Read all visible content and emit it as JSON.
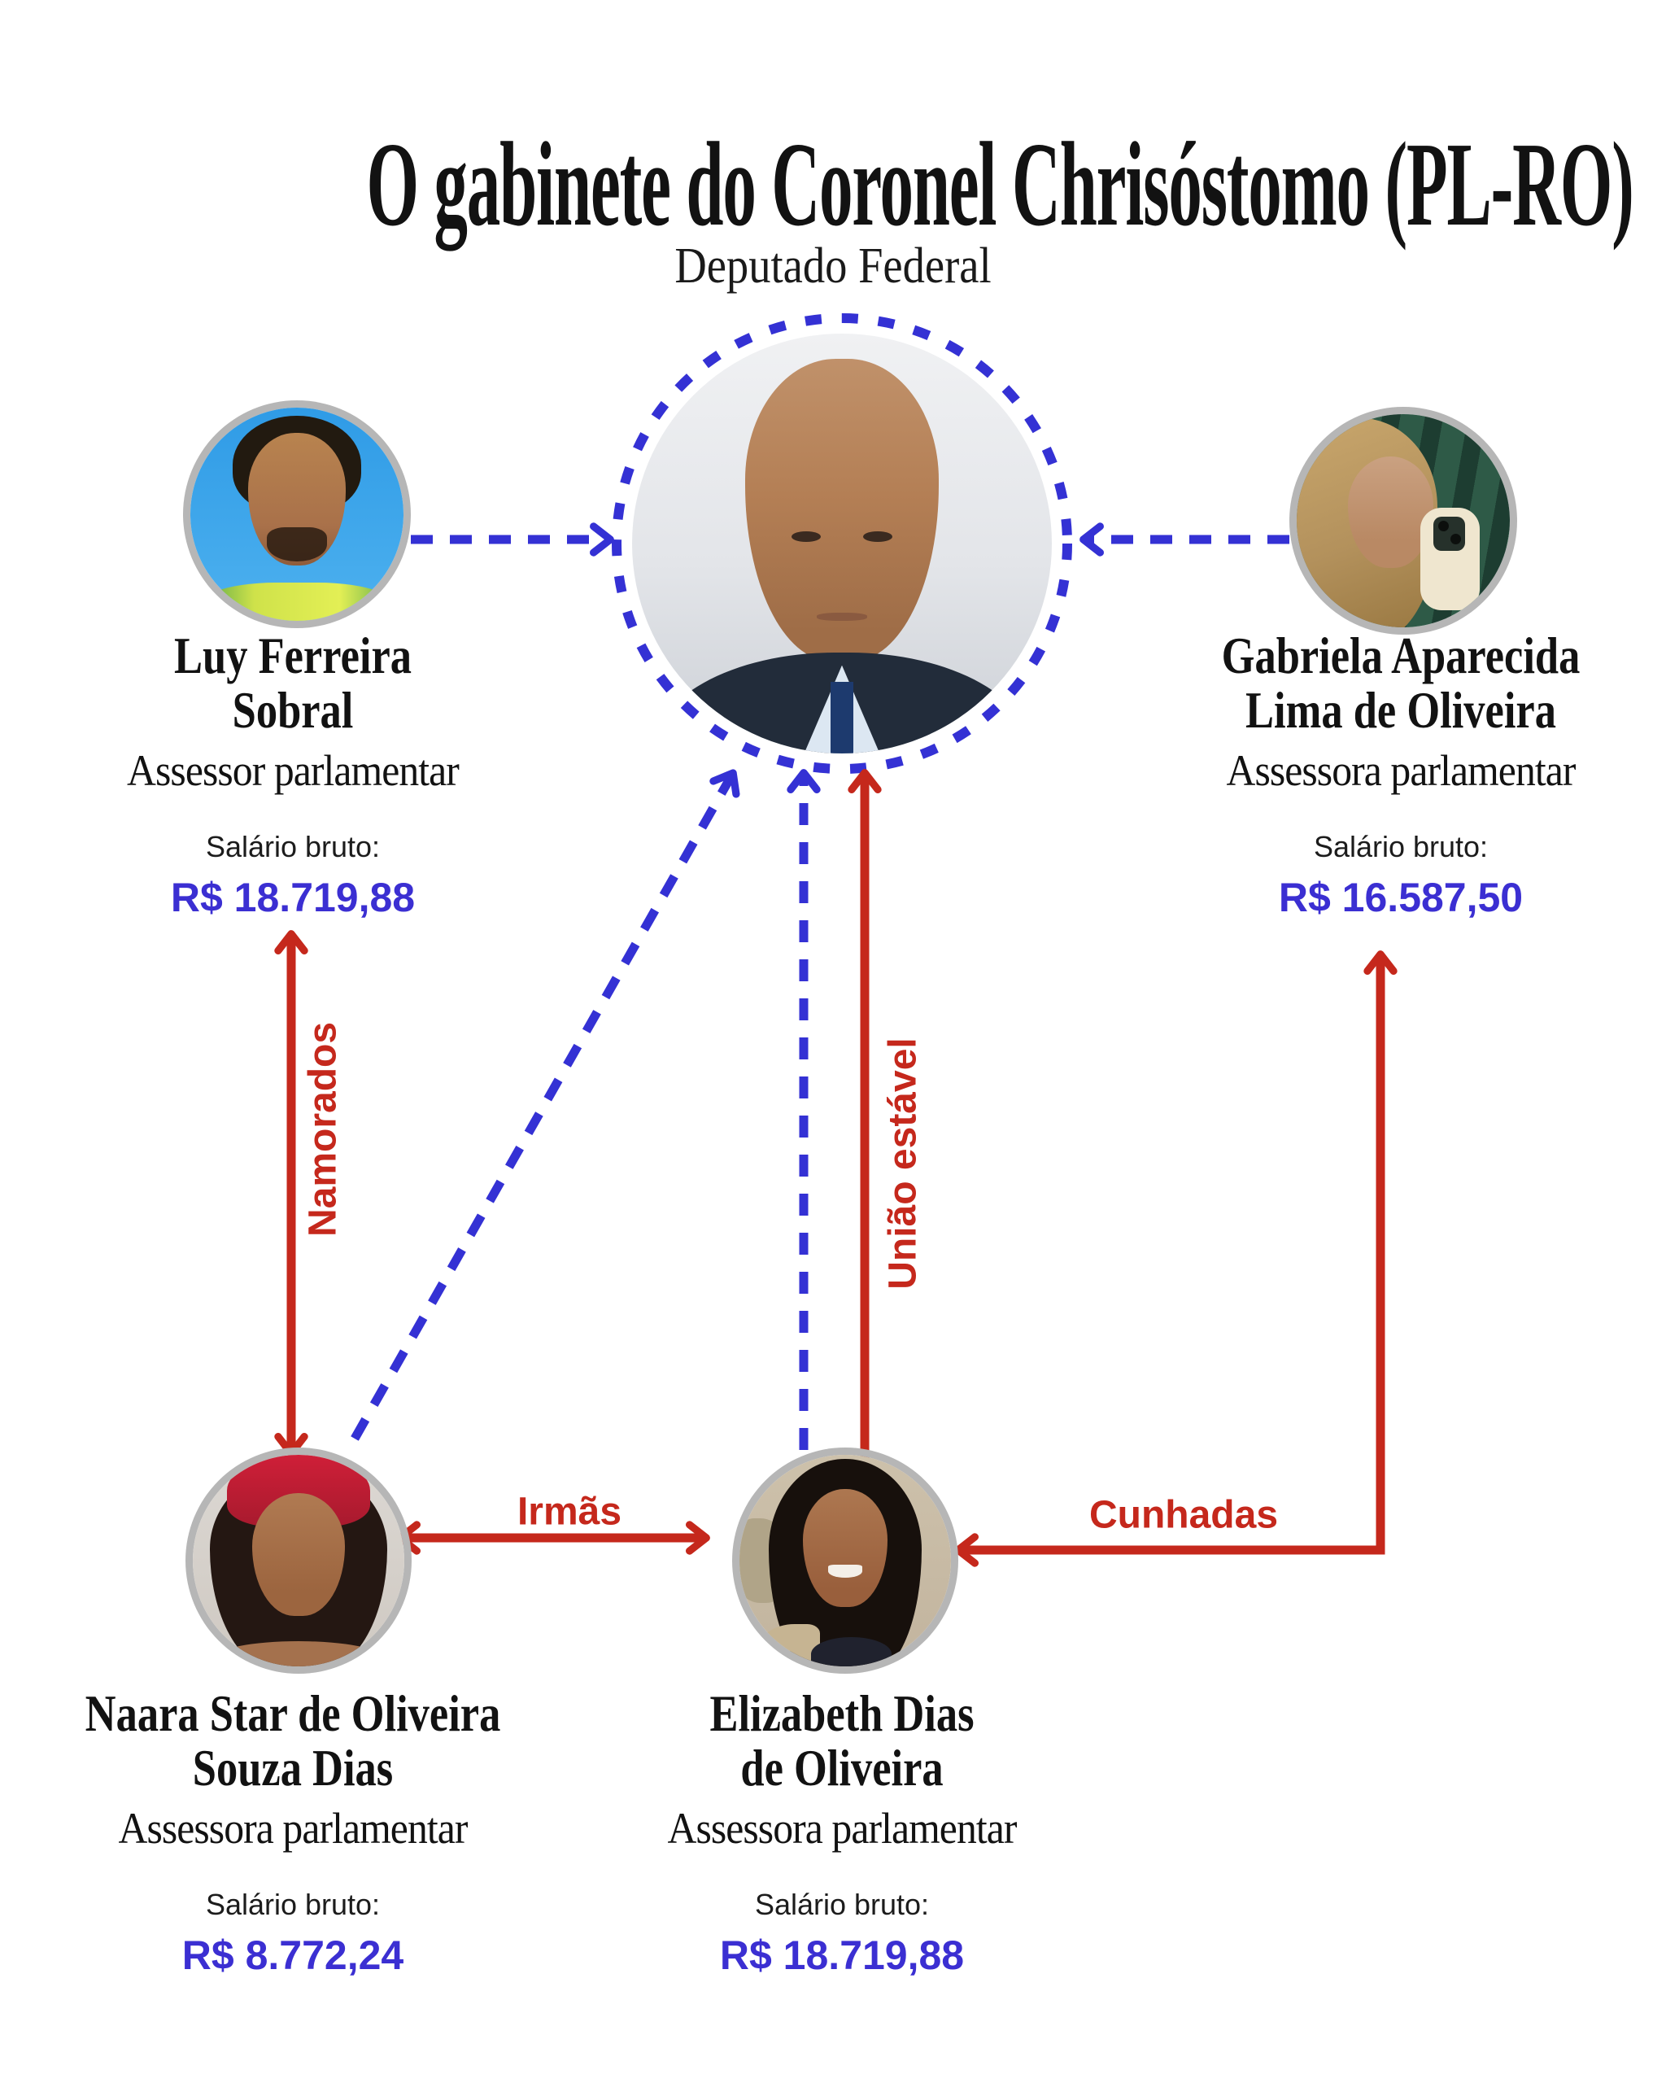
{
  "header": {
    "title": "O gabinete do Coronel Chrisóstomo (PL-RO)",
    "subtitle": "Deputado Federal"
  },
  "people": {
    "luy": {
      "name1": "Luy Ferreira",
      "name2": "Sobral",
      "role": "Assessor parlamentar",
      "salary_label": "Salário bruto:",
      "salary": "R$ 18.719,88"
    },
    "gabriela": {
      "name1": "Gabriela Aparecida",
      "name2": "Lima de Oliveira",
      "role": "Assessora parlamentar",
      "salary_label": "Salário bruto:",
      "salary": "R$ 16.587,50"
    },
    "naara": {
      "name1": "Naara Star de Oliveira",
      "name2": "Souza Dias",
      "role": "Assessora parlamentar",
      "salary_label": "Salário bruto:",
      "salary": "R$ 8.772,24"
    },
    "elizabeth": {
      "name1": "Elizabeth Dias",
      "name2": "de Oliveira",
      "role": "Assessora parlamentar",
      "salary_label": "Salário bruto:",
      "salary": "R$ 18.719,88"
    }
  },
  "relationships": {
    "namorados": "Namorados",
    "uniao_estavel": "União estável",
    "irmas": "Irmãs",
    "cunhadas": "Cunhadas"
  },
  "colors": {
    "link_blue": "#3431d4",
    "salary_blue": "#3b2fd2",
    "relation_red": "#c5281c",
    "photo_ring_gray": "#b6b6b6"
  }
}
